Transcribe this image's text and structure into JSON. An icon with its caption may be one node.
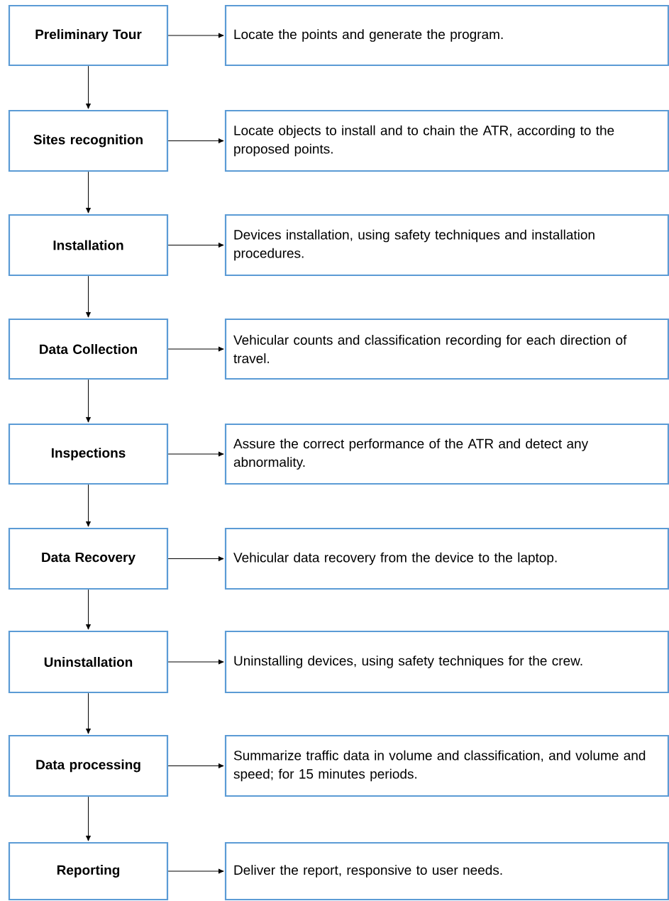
{
  "diagram": {
    "nodes": [
      {
        "text": [
          "Preliminary Tour"
        ]
      },
      {
        "text": [
          "Locate the points and generate the program."
        ]
      },
      {
        "text": [
          "Sites recognition"
        ]
      },
      {
        "text": [
          "Locate objects to install and to chain the ATR, according to the proposed points."
        ]
      },
      {
        "text": [
          "Installation"
        ]
      },
      {
        "text": [
          "Devices installation, using safety techniques and installation procedures."
        ]
      },
      {
        "text": [
          "Data Collection"
        ]
      },
      {
        "text": [
          "Vehicular counts and classification recording for each direction of travel."
        ]
      },
      {
        "text": [
          "Inspections"
        ]
      },
      {
        "text": [
          "Assure the correct performance of the ATR and detect any abnormality."
        ]
      },
      {
        "text": [
          "Data Recovery"
        ]
      },
      {
        "text": [
          "Vehicular data recovery from the device to the laptop."
        ]
      },
      {
        "text": [
          "Uninstallation"
        ]
      },
      {
        "text": [
          "Uninstalling devices, using safety techniques for the crew."
        ]
      },
      {
        "text": [
          "Data processing"
        ]
      },
      {
        "text": [
          "Summarize traffic data in volume and classification, and volume and speed; for 15 minutes periods."
        ]
      },
      {
        "text": [
          "Reporting"
        ]
      },
      {
        "text": [
          "Deliver the report, responsive to user needs."
        ]
      }
    ],
    "edges": [
      {
        "from": 0,
        "to": 1,
        "arrow": "to"
      },
      {
        "from": 0,
        "to": 2,
        "arrow": "to"
      },
      {
        "from": 2,
        "to": 3,
        "arrow": "to"
      },
      {
        "from": 2,
        "to": 4,
        "arrow": "to"
      },
      {
        "from": 4,
        "to": 5,
        "arrow": "to"
      },
      {
        "from": 4,
        "to": 6,
        "arrow": "to"
      },
      {
        "from": 6,
        "to": 7,
        "arrow": "to"
      },
      {
        "from": 6,
        "to": 8,
        "arrow": "to"
      },
      {
        "from": 8,
        "to": 9,
        "arrow": "to"
      },
      {
        "from": 8,
        "to": 10,
        "arrow": "to"
      },
      {
        "from": 10,
        "to": 11,
        "arrow": "to"
      },
      {
        "from": 10,
        "to": 12,
        "arrow": "to"
      },
      {
        "from": 12,
        "to": 13,
        "arrow": "to"
      },
      {
        "from": 12,
        "to": 14,
        "arrow": "to"
      },
      {
        "from": 14,
        "to": 15,
        "arrow": "to"
      },
      {
        "from": 14,
        "to": 16,
        "arrow": "to"
      },
      {
        "from": 16,
        "to": 17,
        "arrow": "to"
      }
    ]
  }
}
